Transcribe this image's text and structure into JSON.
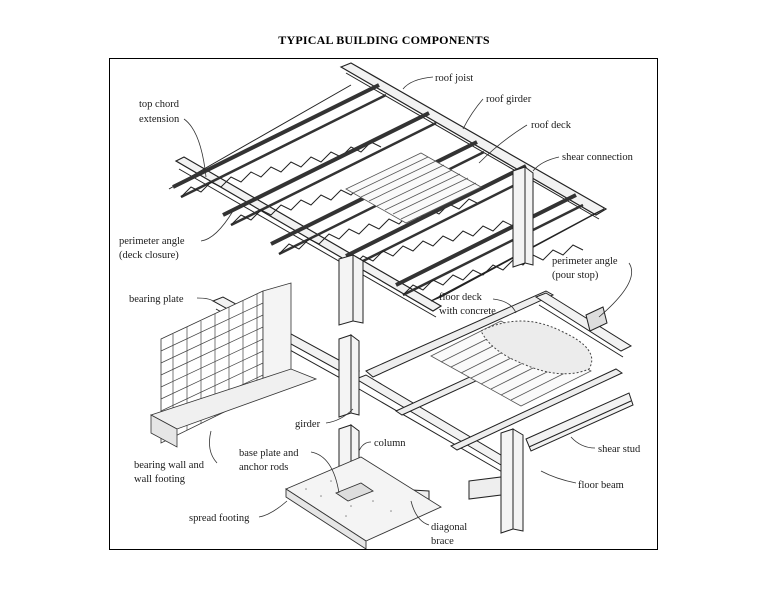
{
  "title": "TYPICAL BUILDING COMPONENTS",
  "labels": {
    "roof_joist": "roof joist",
    "roof_girder": "roof girder",
    "top_chord_1": "top chord",
    "top_chord_2": "extension",
    "roof_deck": "roof deck",
    "shear_connection": "shear connection",
    "perimeter_angle_deck_1": "perimeter angle",
    "perimeter_angle_deck_2": "(deck closure)",
    "perimeter_angle_pour_1": "perimeter angle",
    "perimeter_angle_pour_2": "(pour stop)",
    "bearing_plate": "bearing plate",
    "floor_deck_1": "floor deck",
    "floor_deck_2": "with concrete",
    "girder": "girder",
    "column": "column",
    "base_plate_1": "base plate and",
    "base_plate_2": "anchor rods",
    "bearing_wall_1": "bearing wall and",
    "bearing_wall_2": "wall footing",
    "shear_stud": "shear stud",
    "floor_beam": "floor beam",
    "spread_footing": "spread footing",
    "diagonal_brace_1": "diagonal",
    "diagonal_brace_2": "brace"
  }
}
